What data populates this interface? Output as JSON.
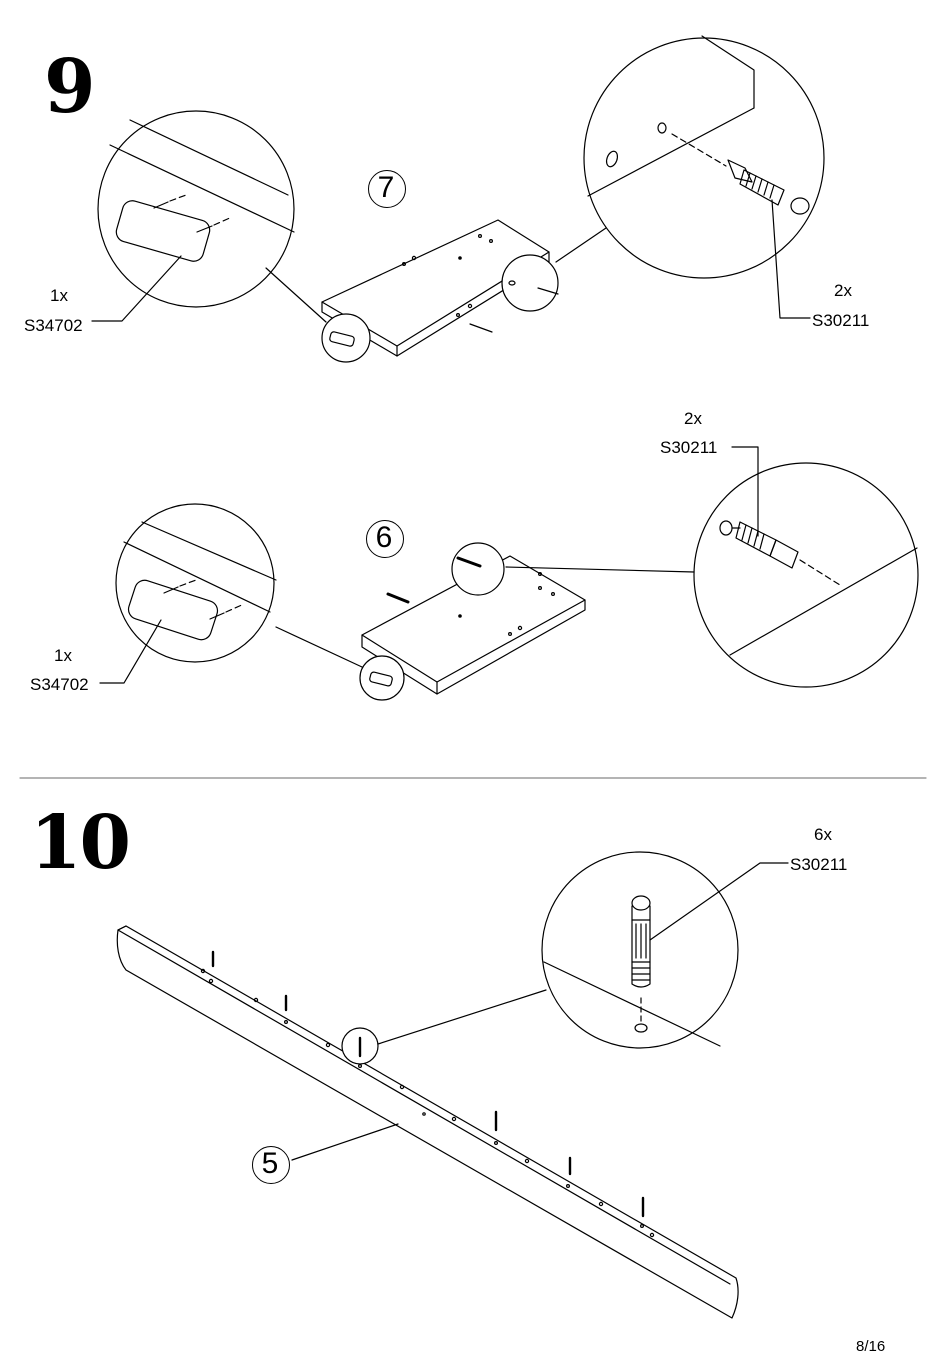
{
  "page": {
    "number": "8/16"
  },
  "step9": {
    "number": "9",
    "top": {
      "part_number": "7",
      "handle": {
        "qty": "1x",
        "code": "S34702"
      },
      "dowel": {
        "qty": "2x",
        "code": "S30211"
      }
    },
    "bottom": {
      "part_number": "6",
      "handle": {
        "qty": "1x",
        "code": "S34702"
      },
      "dowel": {
        "qty": "2x",
        "code": "S30211"
      }
    }
  },
  "step10": {
    "number": "10",
    "part_number": "5",
    "dowel": {
      "qty": "6x",
      "code": "S30211"
    }
  }
}
